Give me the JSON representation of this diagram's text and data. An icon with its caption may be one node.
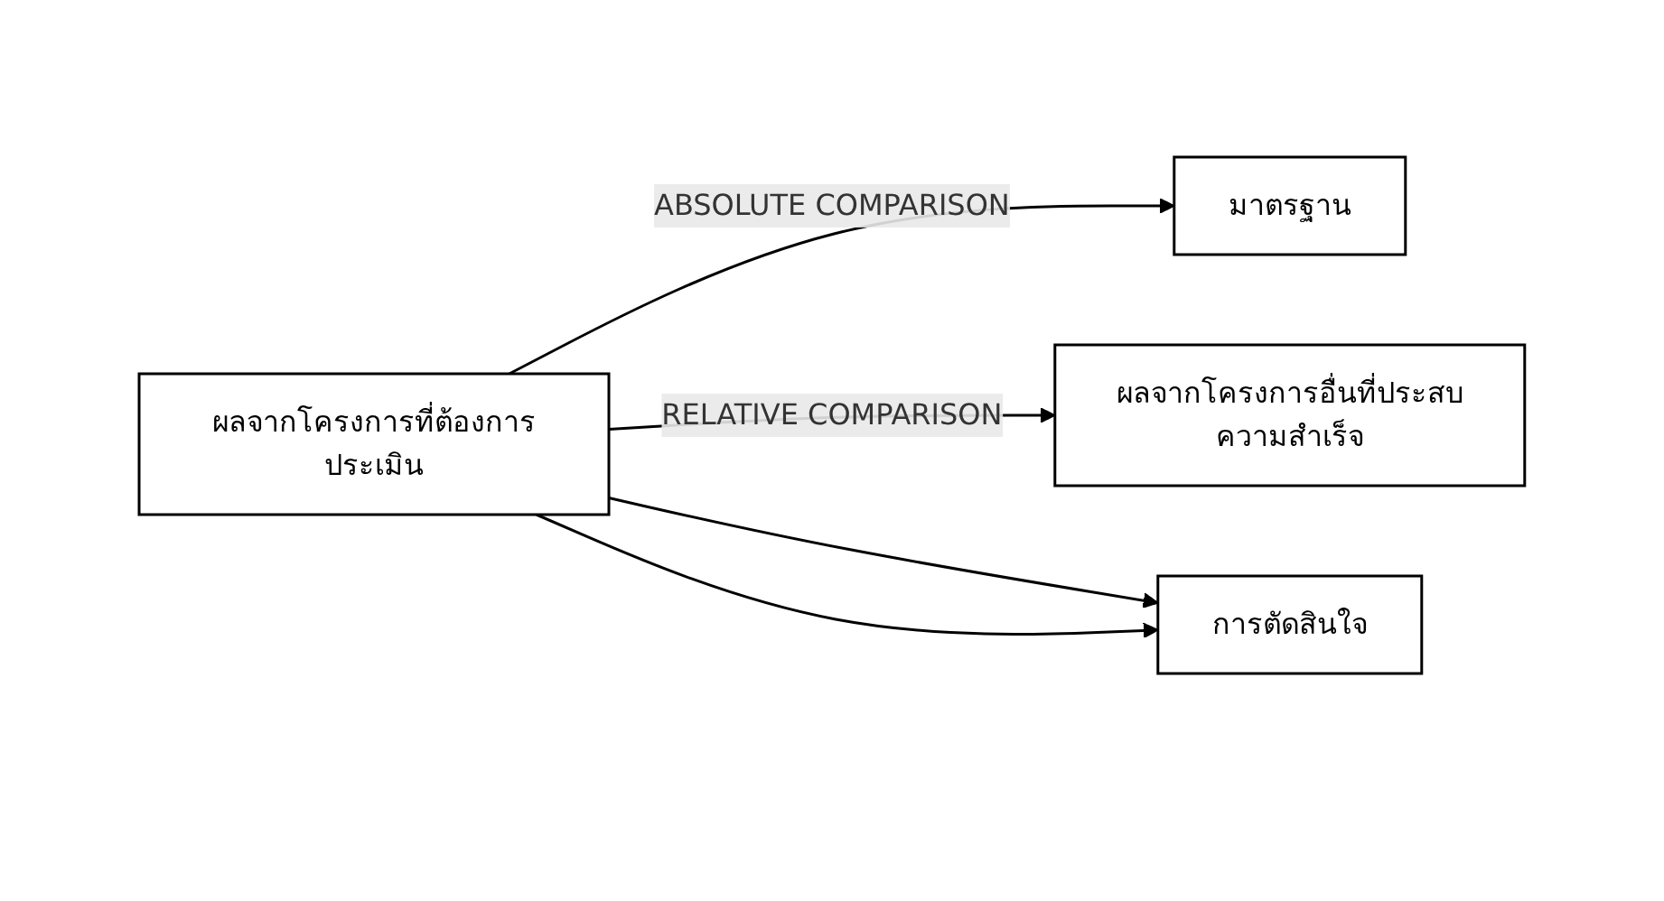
{
  "diagram": {
    "nodes": [
      {
        "text": [
          "ผลจากโครงการที่ต้องการประเมิน"
        ]
      },
      {
        "text": [
          "มาตรฐาน"
        ]
      },
      {
        "text": [
          "ผลจากโครงการอื่นที่ประสบความสำเร็จ"
        ]
      },
      {
        "text": [
          "การตัดสินใจ"
        ]
      }
    ],
    "edges": [
      {
        "from": 0,
        "to": 1,
        "arrow": "to",
        "label": "ABSOLUTE COMPARISON"
      },
      {
        "from": 0,
        "to": 2,
        "arrow": "to",
        "label": "RELATIVE COMPARISON"
      },
      {
        "from": 0,
        "to": 3,
        "arrow": "to"
      },
      {
        "from": 0,
        "to": 3,
        "arrow": "to"
      }
    ]
  }
}
